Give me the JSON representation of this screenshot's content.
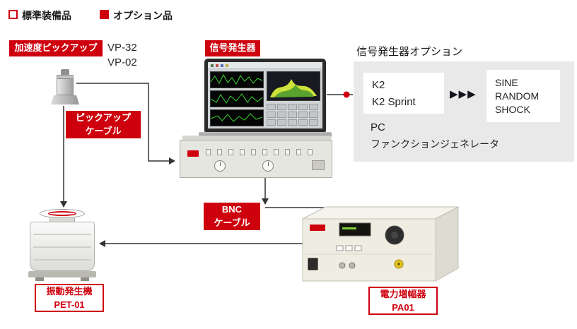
{
  "colors": {
    "accent_red": "#cf000e",
    "line": "#333333",
    "options_panel_bg": "#e9e9e9"
  },
  "legend": {
    "standard": "標準装備品",
    "option": "オプション品"
  },
  "accelerometer": {
    "label": "加速度ピックアップ",
    "models": [
      "VP-32",
      "VP-02"
    ]
  },
  "pickup_cable": {
    "line1": "ピックアップ",
    "line2": "ケーブル"
  },
  "signal_generator": {
    "label": "信号発生器"
  },
  "options_panel": {
    "title": "信号発生器オプション",
    "controller_line1": "K2",
    "controller_line2": "K2 Sprint",
    "arrows": "▶▶▶",
    "modes": [
      "SINE",
      "RANDOM",
      "SHOCK"
    ],
    "pc": "PC",
    "function_generator": "ファンクションジェネレータ"
  },
  "bnc_cable": {
    "line1": "BNC",
    "line2": "ケーブル"
  },
  "shaker": {
    "name": "振動発生機",
    "model": "PET-01"
  },
  "amplifier": {
    "name": "電力増幅器",
    "model": "PA01"
  }
}
